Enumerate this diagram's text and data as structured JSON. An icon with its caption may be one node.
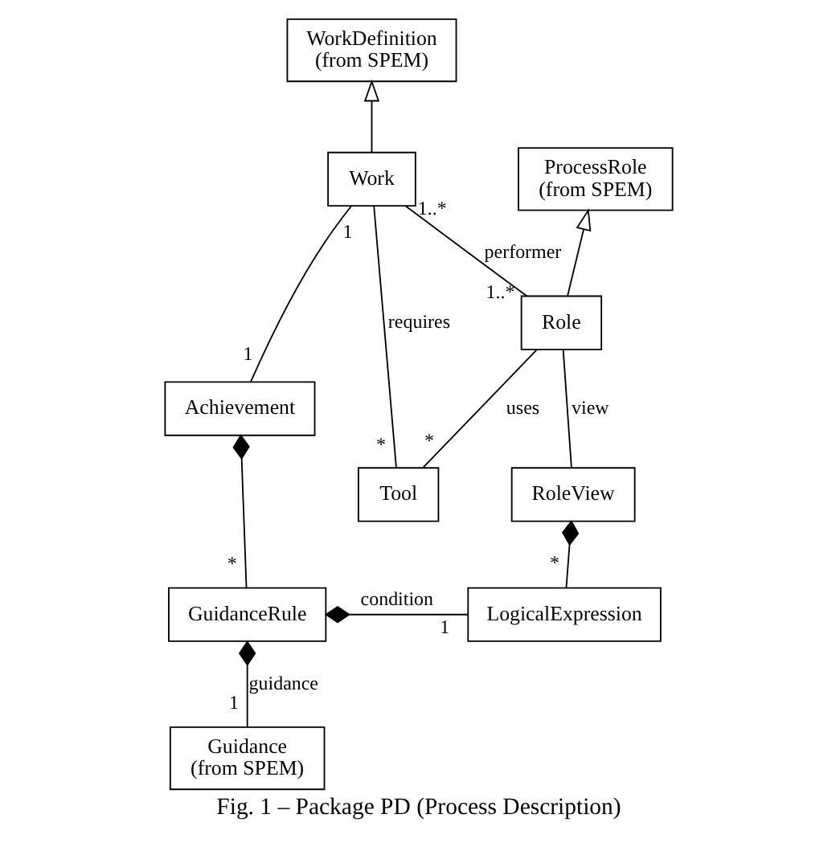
{
  "diagram": {
    "caption": "Fig. 1 – Package PD (Process Description)",
    "nodes": [
      {
        "text": [
          "WorkDefinition",
          "(from SPEM)"
        ]
      },
      {
        "text": [
          "ProcessRole",
          "(from SPEM)"
        ]
      },
      {
        "text": [
          "Work"
        ]
      },
      {
        "text": [
          "Role"
        ]
      },
      {
        "text": [
          "Achievement"
        ]
      },
      {
        "text": [
          "RoleView"
        ]
      },
      {
        "text": [
          "Tool"
        ]
      },
      {
        "text": [
          "GuidanceRule"
        ]
      },
      {
        "text": [
          "LogicalExpression"
        ]
      },
      {
        "text": [
          "Guidance",
          "(from SPEM)"
        ]
      }
    ],
    "edges": [
      {
        "from": 2,
        "to": 0,
        "arrow": "to"
      },
      {
        "from": 3,
        "to": 1,
        "arrow": "to"
      },
      {
        "from": 2,
        "to": 4,
        "arrow": "none"
      },
      {
        "from": 2,
        "to": 3,
        "arrow": "none",
        "label": "performer"
      },
      {
        "from": 2,
        "to": 6,
        "arrow": "none",
        "label": "requires"
      },
      {
        "from": 3,
        "to": 6,
        "arrow": "none",
        "label": "uses"
      },
      {
        "from": 3,
        "to": 5,
        "arrow": "none",
        "label": "view"
      },
      {
        "from": 4,
        "to": 7,
        "arrow": "other"
      },
      {
        "from": 5,
        "to": 8,
        "arrow": "other"
      },
      {
        "from": 7,
        "to": 8,
        "arrow": "other",
        "label": "condition"
      },
      {
        "from": 7,
        "to": 9,
        "arrow": "other",
        "label": "guidance"
      }
    ],
    "labels": [
      "1",
      "1..*",
      "1..*",
      "1",
      "*",
      "*",
      "*",
      "*",
      "1",
      "1"
    ]
  }
}
